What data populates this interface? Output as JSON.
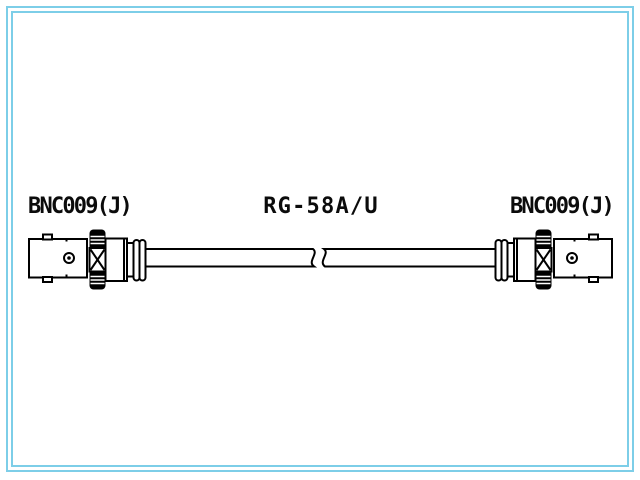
{
  "diagram": {
    "title": "BNC coaxial cable assembly drawing",
    "labels": {
      "left_connector": "BNC009(J)",
      "cable_type": "RG-58A/U",
      "right_connector": "BNC009(J)"
    },
    "parts": {
      "left_connector": "BNC jack connector (side view)",
      "cable": "coaxial cable with break symbol",
      "right_connector": "BNC jack connector (side view)"
    },
    "colors": {
      "frame": "#7dcee8",
      "line": "#000000",
      "background": "#ffffff"
    }
  }
}
